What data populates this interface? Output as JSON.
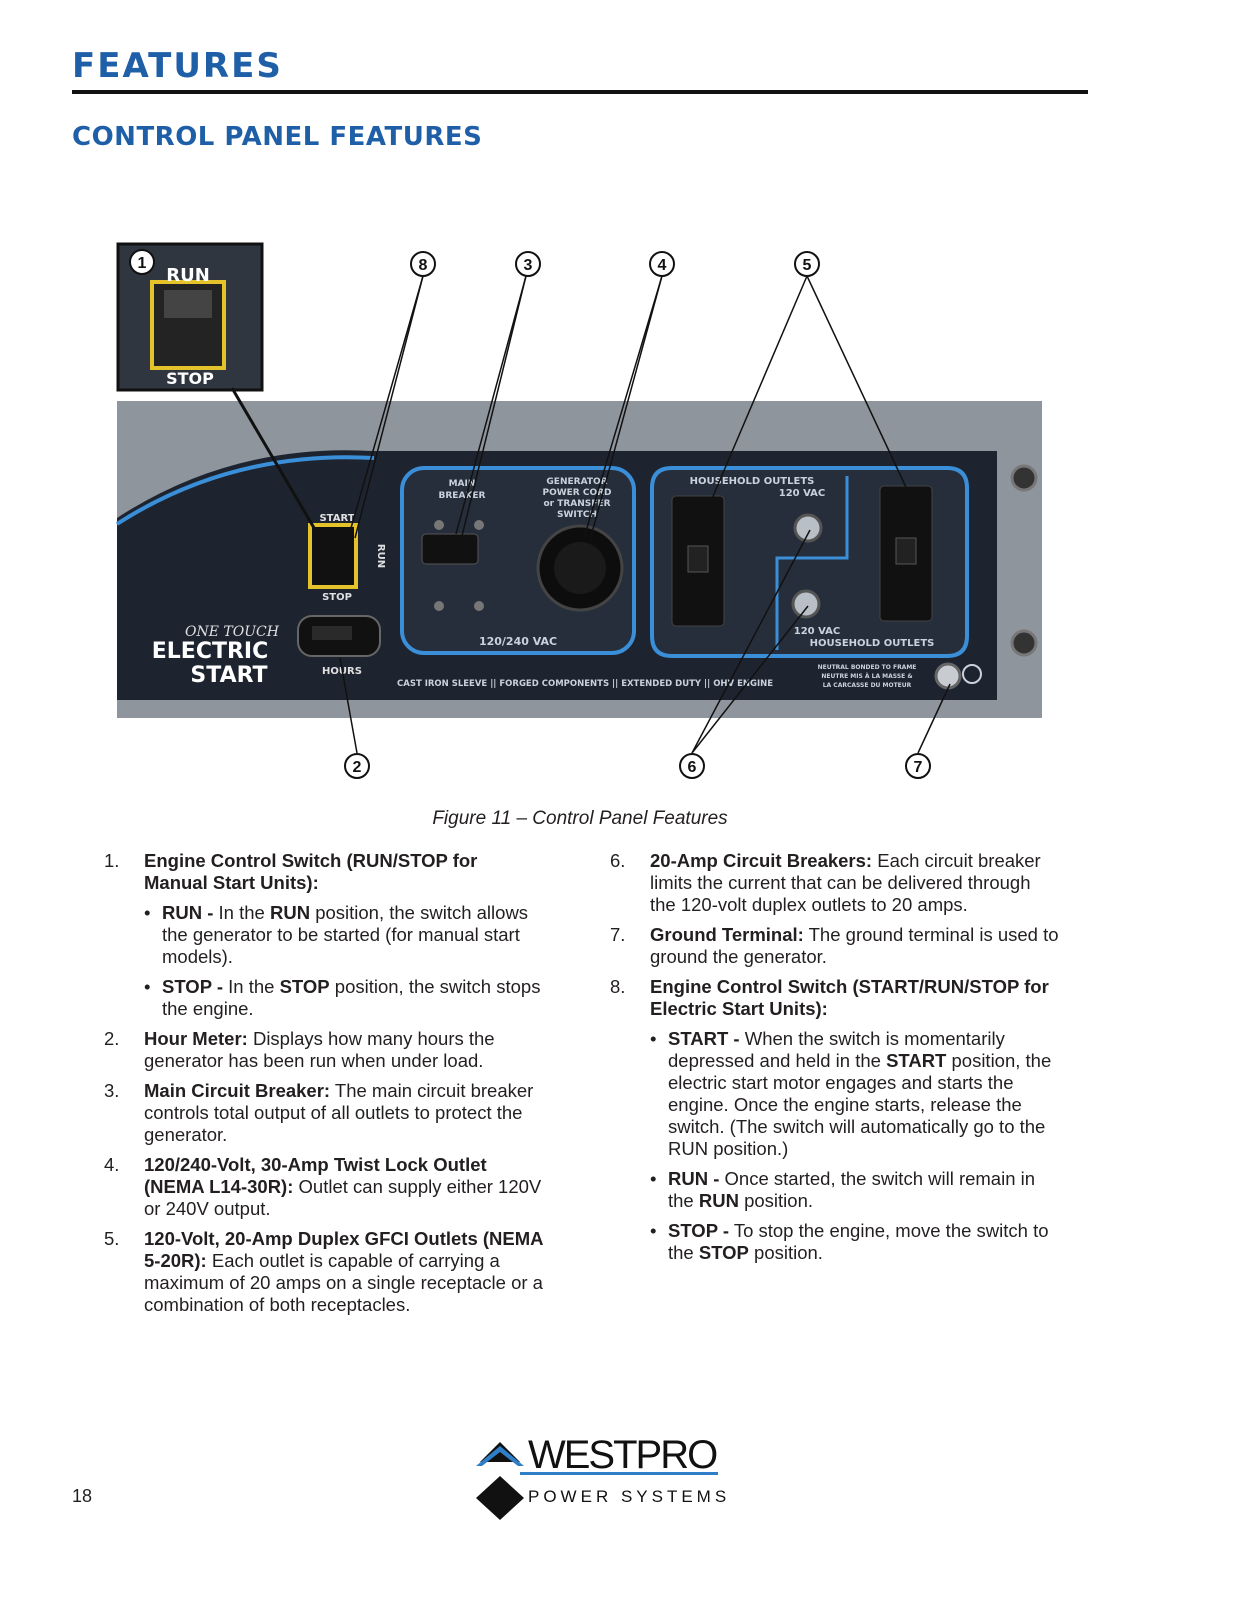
{
  "header": {
    "section": "FEATURES",
    "subsection": "CONTROL PANEL FEATURES"
  },
  "figure": {
    "caption": "Figure 11 – Control Panel Features",
    "callouts": [
      "1",
      "2",
      "3",
      "4",
      "5",
      "6",
      "7",
      "8"
    ],
    "inset": {
      "run": "RUN",
      "stop": "STOP"
    },
    "panel_labels": {
      "main_breaker_1": "MAIN",
      "main_breaker_2": "BREAKER",
      "gen_cord_1": "GENERATOR",
      "gen_cord_2": "POWER CORD",
      "gen_cord_3": "or TRANSFER",
      "gen_cord_4": "SWITCH",
      "household_1": "HOUSEHOLD OUTLETS",
      "household_2": "120 VAC",
      "volt_240": "120/240 VAC",
      "vac_120": "120 VAC",
      "household_bottom": "HOUSEHOLD OUTLETS",
      "start": "START",
      "run": "RUN",
      "stop": "STOP",
      "hours": "HOURS",
      "one_touch": "ONE TOUCH",
      "electric": "ELECTRIC",
      "start_big": "START",
      "footer_strip": "CAST IRON SLEEVE  ||  FORGED COMPONENTS  ||  EXTENDED DUTY  ||  OHV ENGINE",
      "neutral_1": "NEUTRAL BONDED TO FRAME",
      "neutral_2": "NEUTRE MIS À LA MASSE &",
      "neutral_3": "LA CARCASSE DU MOTEUR"
    }
  },
  "left_items": [
    {
      "num": "1.",
      "title": "Engine Control Switch (RUN/STOP for Manual Start Units):",
      "text": "",
      "bullets": [
        {
          "label": "RUN -",
          "pre": " In the ",
          "kw": "RUN",
          "post": " position, the switch allows the generator to be started (for manual start models)."
        },
        {
          "label": "STOP -",
          "pre": " In the ",
          "kw": "STOP",
          "post": " position, the switch stops the engine."
        }
      ]
    },
    {
      "num": "2.",
      "title": "Hour Meter:",
      "text": " Displays how many hours the generator has been run when under load."
    },
    {
      "num": "3.",
      "title": "Main Circuit Breaker:",
      "text": " The main circuit breaker controls total output of all outlets to protect the generator."
    },
    {
      "num": "4.",
      "title": "120/240-Volt, 30-Amp Twist Lock Outlet (NEMA L14-30R):",
      "text": " Outlet can supply either 120V or 240V output."
    },
    {
      "num": "5.",
      "title": "120-Volt, 20-Amp Duplex GFCI Outlets (NEMA 5-20R):",
      "text": " Each outlet is capable of carrying a maximum of 20 amps on a single receptacle or a combination of both receptacles."
    }
  ],
  "right_items": [
    {
      "num": "6.",
      "title": "20-Amp Circuit Breakers:",
      "text": " Each circuit breaker limits the current that can be delivered through the 120-volt duplex outlets to 20 amps."
    },
    {
      "num": "7.",
      "title": "Ground Terminal:",
      "text": " The ground terminal is used to ground the generator."
    },
    {
      "num": "8.",
      "title": "Engine Control Switch (START/RUN/STOP for Electric Start Units):",
      "text": "",
      "bullets": [
        {
          "label": "START -",
          "pre": " When the switch is momentarily depressed and held in the ",
          "kw": "START",
          "post": " position, the electric start motor engages and starts the engine. Once the engine starts, release the switch. (The switch will automatically go to the RUN position.)"
        },
        {
          "label": "RUN -",
          "pre": " Once started, the switch will remain in the ",
          "kw": "RUN",
          "post": " position."
        },
        {
          "label": "STOP -",
          "pre": " To stop the engine, move the switch to the ",
          "kw": "STOP",
          "post": " position."
        }
      ]
    }
  ],
  "footer": {
    "page_number": "18",
    "brand": "WESTPRO",
    "brand_sub": "POWER SYSTEMS"
  },
  "colors": {
    "heading_blue": "#1f5fa8",
    "panel_navy": "#1d2430",
    "panel_blue": "#3a8fd8",
    "logo_blue": "#2f7fc8"
  }
}
